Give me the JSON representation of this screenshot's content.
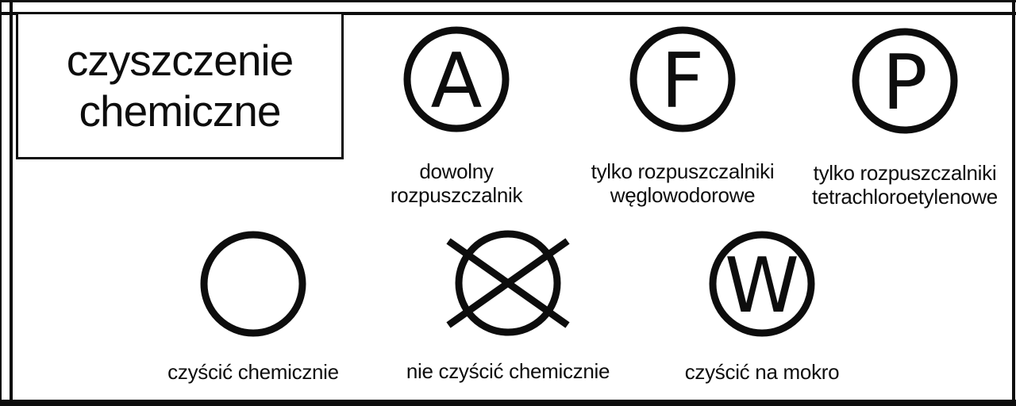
{
  "header": {
    "title": "czyszczenie\nchemiczne"
  },
  "colors": {
    "ink": "#0d0d0d",
    "background": "#ffffff"
  },
  "symbols": [
    {
      "name": "dry-clean-any-solvent",
      "letter": "A",
      "label": "dowolny\nrozpuszczalnik"
    },
    {
      "name": "dry-clean-hydrocarbon-solvent",
      "letter": "F",
      "label": "tylko rozpuszczalniki\nwęglowodorowe"
    },
    {
      "name": "dry-clean-tetrachloroethylene",
      "letter": "P",
      "label": "tylko rozpuszczalniki\ntetrachloroetylenowe"
    },
    {
      "name": "dry-clean-allowed",
      "letter": "",
      "label": "czyścić chemicznie"
    },
    {
      "name": "do-not-dry-clean",
      "letter": "",
      "label": "nie czyścić chemicznie"
    },
    {
      "name": "wet-clean",
      "letter": "W",
      "label": "czyścić na mokro"
    }
  ]
}
